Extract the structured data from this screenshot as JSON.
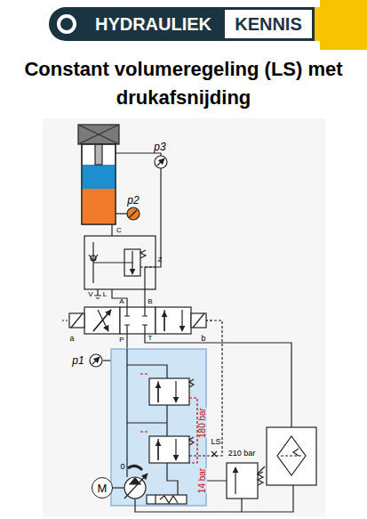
{
  "diagram": {
    "title": "Constant volumeregeling (LS) met drukafsnijding",
    "nodes": [
      {
        "text": [
          "HYDRAULIEK"
        ]
      },
      {
        "text": [
          "KENNIS"
        ]
      },
      {
        "text": [
          "M"
        ]
      }
    ],
    "labels": [
      "p3",
      "p2",
      "C",
      "Z",
      "V",
      "L",
      "A",
      "B",
      "a",
      "b",
      "P",
      "T",
      "p1",
      "180 bar",
      "14 bar",
      "LS",
      "210 bar",
      "0"
    ]
  }
}
